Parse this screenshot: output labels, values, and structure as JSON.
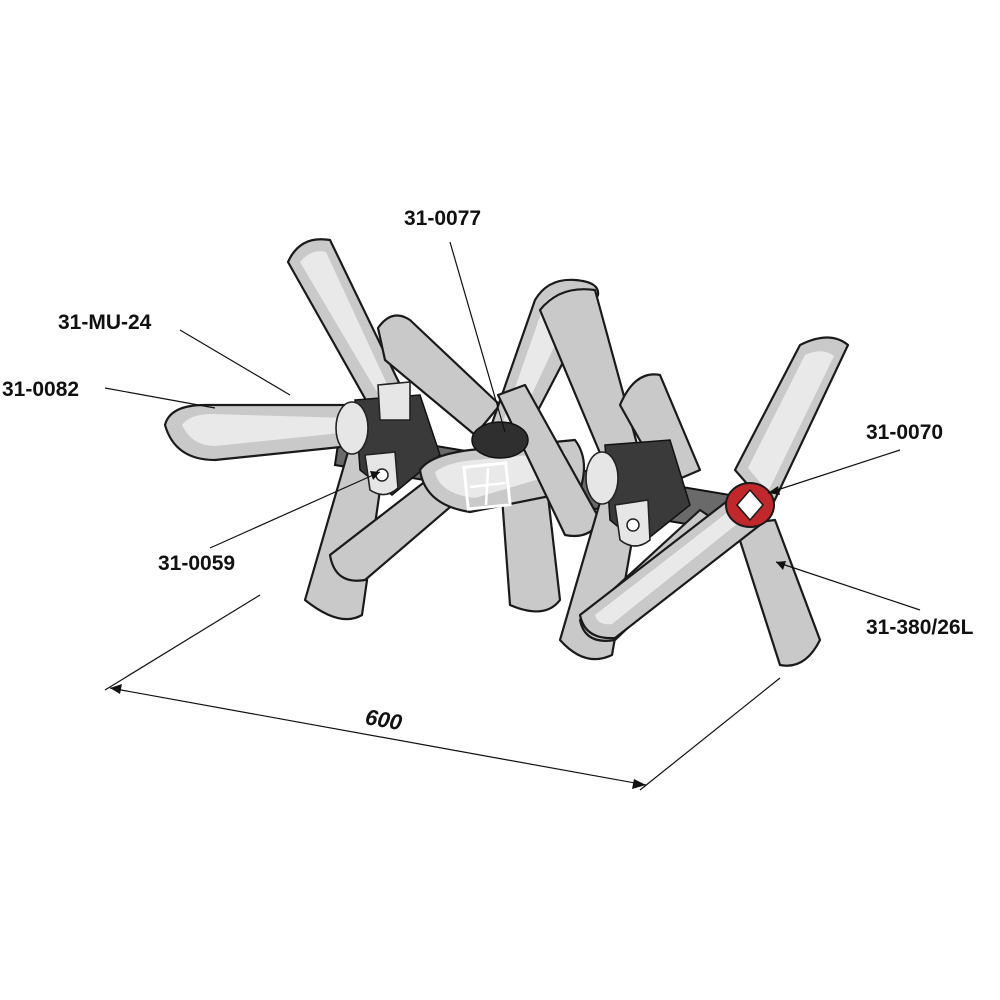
{
  "part_labels": {
    "a": "31-MU-24",
    "b": "31-0082",
    "c": "31-0077",
    "d": "31-0070",
    "e": "31-0059",
    "f": "31-380/26L"
  },
  "dimension": {
    "length": "600"
  },
  "colors": {
    "blade": "#c9c9c9",
    "hub": "#3a3a3a",
    "washer": "#c0282c"
  }
}
